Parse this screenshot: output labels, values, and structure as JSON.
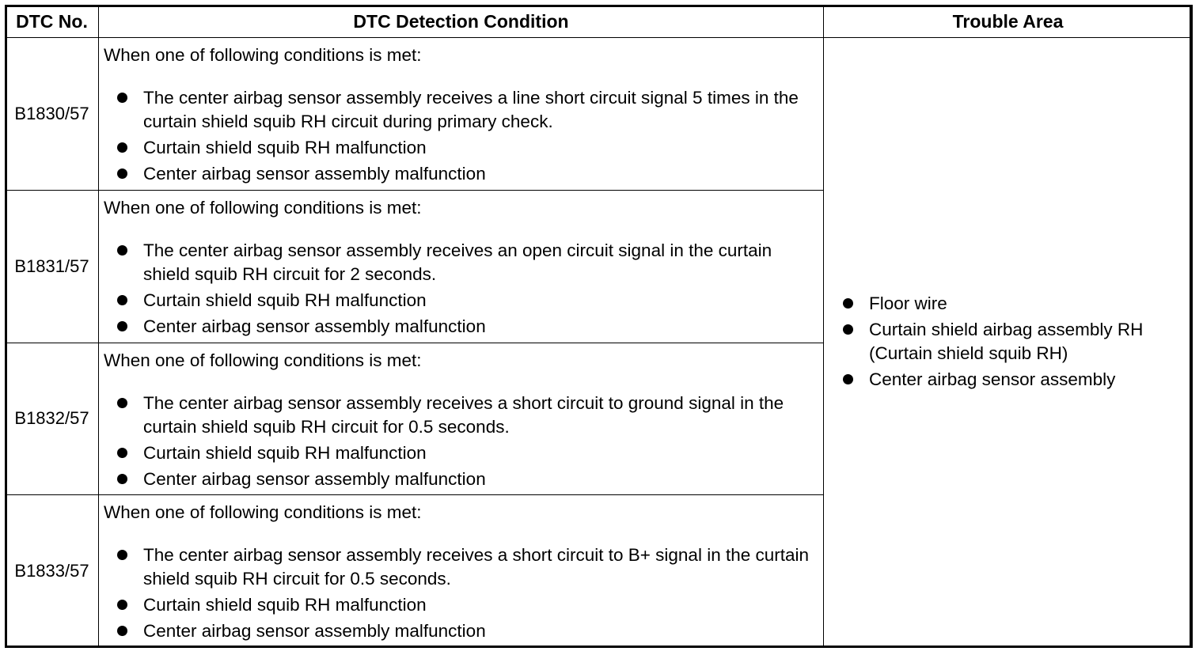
{
  "headers": {
    "dtc_no": "DTC No.",
    "condition": "DTC Detection Condition",
    "trouble_area": "Trouble Area"
  },
  "rows": [
    {
      "code": "B1830/57",
      "intro": "When one of following conditions is met:",
      "bullets": [
        "The center airbag sensor assembly receives a line short circuit signal 5 times in the curtain shield squib RH circuit during primary check.",
        "Curtain shield squib RH malfunction",
        "Center airbag sensor assembly malfunction"
      ]
    },
    {
      "code": "B1831/57",
      "intro": "When one of following conditions is met:",
      "bullets": [
        "The center airbag sensor assembly receives an open circuit signal in the curtain shield squib RH circuit for 2 seconds.",
        "Curtain shield squib RH malfunction",
        "Center airbag sensor assembly malfunction"
      ]
    },
    {
      "code": "B1832/57",
      "intro": "When one of following conditions is met:",
      "bullets": [
        "The center airbag sensor assembly receives a short circuit to ground signal in the curtain shield squib RH circuit for 0.5 seconds.",
        "Curtain shield squib RH malfunction",
        "Center airbag sensor assembly malfunction"
      ]
    },
    {
      "code": "B1833/57",
      "intro": "When one of following conditions is met:",
      "bullets": [
        "The center airbag sensor assembly receives a short circuit to B+ signal in the curtain shield squib RH circuit for 0.5 seconds.",
        "Curtain shield squib RH malfunction",
        "Center airbag sensor assembly malfunction"
      ]
    }
  ],
  "trouble_area": [
    "Floor wire",
    "Curtain shield airbag assembly RH (Curtain shield squib RH)",
    "Center airbag sensor assembly"
  ]
}
